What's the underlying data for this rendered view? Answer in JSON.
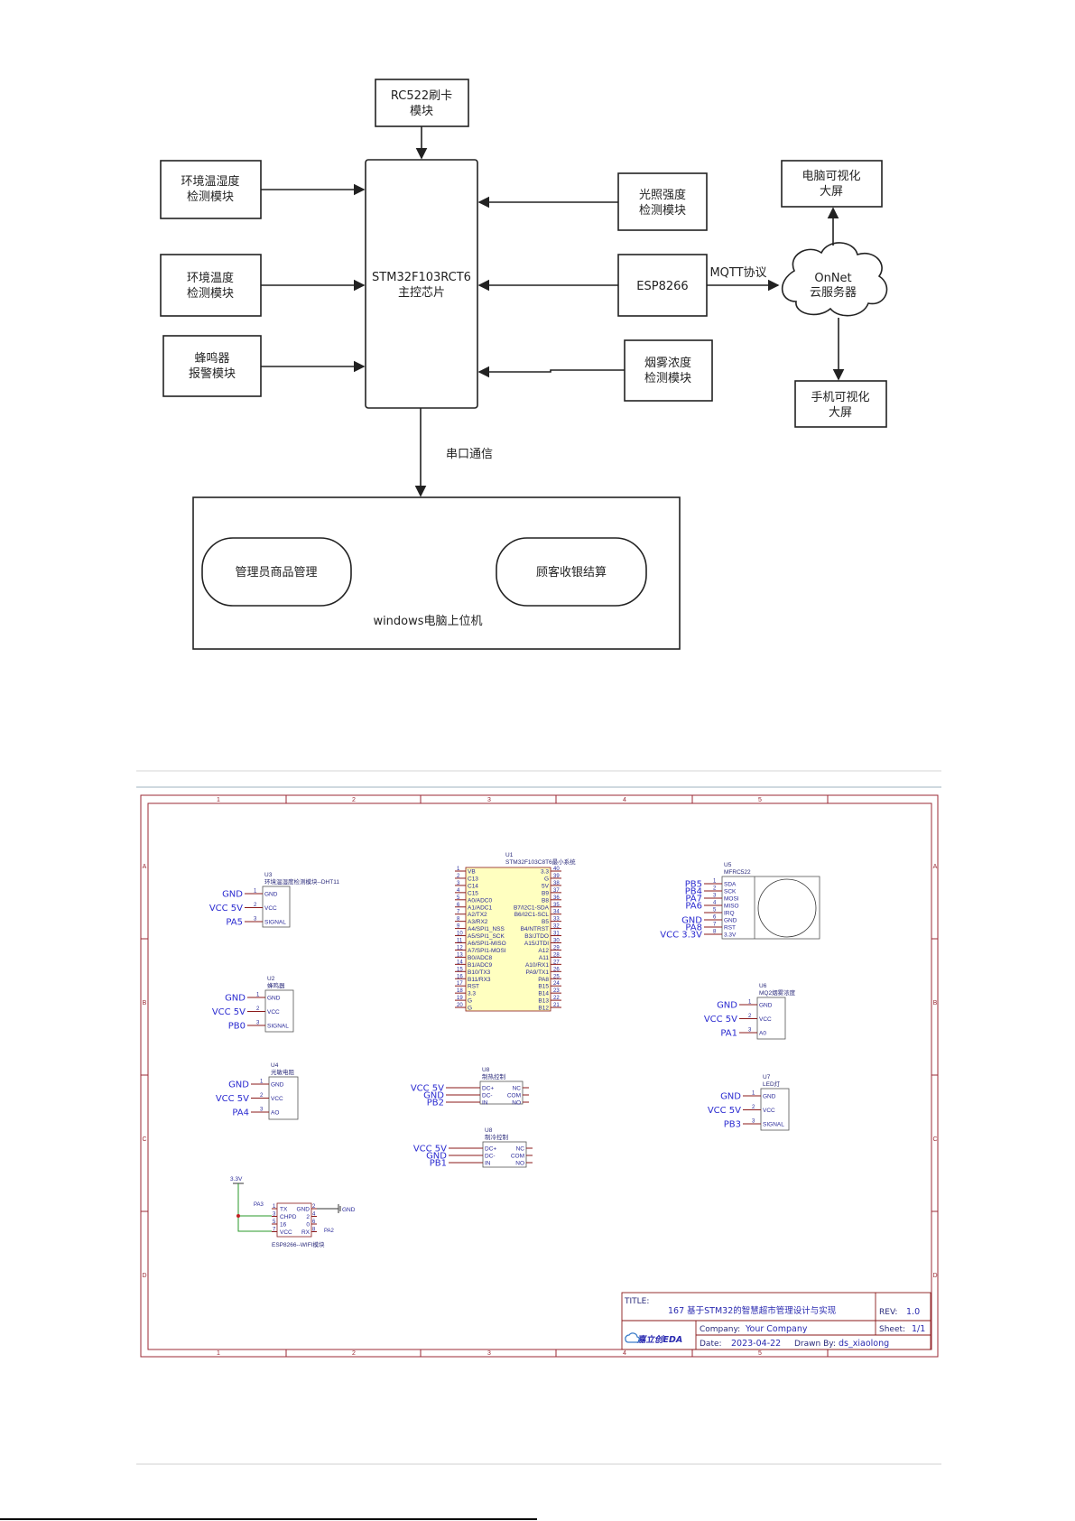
{
  "block_diagram": {
    "rc522": [
      "RC522刷卡",
      "模块"
    ],
    "mcu": [
      "STM32F103RCT6",
      "主控芯片"
    ],
    "left_modules": [
      [
        "环境温湿度",
        "检测模块"
      ],
      [
        "环境温度",
        "检测模块"
      ],
      [
        "蜂鸣器",
        "报警模块"
      ]
    ],
    "right_modules": [
      [
        "光照强度",
        "检测模块"
      ],
      [
        "ESP8266"
      ],
      [
        "烟雾浓度",
        "检测模块"
      ]
    ],
    "mqtt_label": "MQTT协议",
    "cloud": [
      "OnNet",
      "云服务器"
    ],
    "pc_screen": [
      "电脑可视化",
      "大屏"
    ],
    "phone_screen": [
      "手机可视化",
      "大屏"
    ],
    "serial_label": "串口通信",
    "host": {
      "label": "windows电脑上位机",
      "left_pill": "管理员商品管理",
      "right_pill": "顾客收银结算"
    }
  },
  "schematic": {
    "columns": [
      "1",
      "2",
      "3",
      "4",
      "5"
    ],
    "rows": [
      "A",
      "B",
      "C",
      "D"
    ],
    "components": [
      {
        "ref": "U3",
        "name": "环境温湿度检测模块--DHT11",
        "pins": [
          {
            "num": "1",
            "name": "GND",
            "net": "GND"
          },
          {
            "num": "2",
            "name": "VCC",
            "net": "VCC 5V"
          },
          {
            "num": "3",
            "name": "SIGNAL",
            "net": "PA5"
          }
        ]
      },
      {
        "ref": "U2",
        "name": "蜂鸣器",
        "pins": [
          {
            "num": "1",
            "name": "GND",
            "net": "GND"
          },
          {
            "num": "2",
            "name": "VCC",
            "net": "VCC 5V"
          },
          {
            "num": "3",
            "name": "SIGNAL",
            "net": "PB0"
          }
        ]
      },
      {
        "ref": "U4",
        "name": "光敏电阻",
        "pins": [
          {
            "num": "1",
            "name": "GND",
            "net": "GND"
          },
          {
            "num": "2",
            "name": "VCC",
            "net": "VCC 5V"
          },
          {
            "num": "3",
            "name": "AO",
            "net": "PA4"
          }
        ]
      },
      {
        "ref": "U6",
        "name": "MQ2烟雾浓度",
        "pins": [
          {
            "num": "1",
            "name": "GND",
            "net": "GND"
          },
          {
            "num": "2",
            "name": "VCC",
            "net": "VCC 5V"
          },
          {
            "num": "3",
            "name": "A0",
            "net": "PA1"
          }
        ]
      },
      {
        "ref": "U7",
        "name": "LED灯",
        "pins": [
          {
            "num": "1",
            "name": "GND",
            "net": "GND"
          },
          {
            "num": "2",
            "name": "VCC",
            "net": "VCC 5V"
          },
          {
            "num": "3",
            "name": "SIGNAL",
            "net": "PB3"
          }
        ]
      },
      {
        "ref": "U5",
        "name": "MFRC522",
        "pins": [
          {
            "num": "1",
            "name": "SDA",
            "net": "PB5"
          },
          {
            "num": "2",
            "name": "SCK",
            "net": "PB4"
          },
          {
            "num": "3",
            "name": "MOSI",
            "net": "PA7"
          },
          {
            "num": "4",
            "name": "MISO",
            "net": "PA6"
          },
          {
            "num": "5",
            "name": "IRQ",
            "net": ""
          },
          {
            "num": "6",
            "name": "GND",
            "net": "GND"
          },
          {
            "num": "7",
            "name": "RST",
            "net": "PA8"
          },
          {
            "num": "8",
            "name": "3.3V",
            "net": "VCC 3.3V"
          }
        ]
      },
      {
        "ref": "U8",
        "name": "制热控制",
        "pins": [
          {
            "num": "",
            "name": "DC+",
            "net": "VCC 5V"
          },
          {
            "num": "",
            "name": "DC-",
            "net": "GND"
          },
          {
            "num": "",
            "name": "IN",
            "net": "PB2"
          }
        ],
        "right_pins": [
          "NC",
          "COM",
          "NO"
        ]
      },
      {
        "ref": "U8",
        "name": "制冷控制",
        "pins": [
          {
            "num": "",
            "name": "DC+",
            "net": "VCC 5V"
          },
          {
            "num": "",
            "name": "DC-",
            "net": "GND"
          },
          {
            "num": "",
            "name": "IN",
            "net": "PB1"
          }
        ],
        "right_pins": [
          "NC",
          "COM",
          "NO"
        ]
      }
    ],
    "mcu": {
      "ref": "U1",
      "name": "STM32F103C8T6最小系统",
      "left_pins": [
        "VB",
        "C13",
        "C14",
        "C15",
        "A0/ADC0",
        "A1/ADC1",
        "A2/TX2",
        "A3/RX2",
        "A4/SPI1_NSS",
        "A5/SPI1_SCK",
        "A6/SPI1-MISO",
        "A7/SPI1-MOSI",
        "B0/ADC8",
        "B1/ADC9",
        "B10/TX3",
        "B11/RX3",
        "RST",
        "3.3",
        "G",
        "G"
      ],
      "right_pins": [
        "3.3",
        "G",
        "5V",
        "B9",
        "B8",
        "B7/I2C1-SDA",
        "B6/I2C1-SCL",
        "B5",
        "B4/NTRST",
        "B3/JTDO",
        "A15/JTDI",
        "A12",
        "A11",
        "A10/RX1",
        "PA9/TX1",
        "PA8",
        "B15",
        "B14",
        "B13",
        "B12"
      ]
    },
    "esp": {
      "name": "ESP8266--WIFI模块",
      "left_pins": [
        {
          "num": "1",
          "name": "TX"
        },
        {
          "num": "3",
          "name": "CHPD"
        },
        {
          "num": "5",
          "name": "16"
        },
        {
          "num": "7",
          "name": "VCC"
        }
      ],
      "right_pins": [
        {
          "num": "2",
          "name": "GND"
        },
        {
          "num": "4",
          "name": "2"
        },
        {
          "num": "6",
          "name": "0"
        },
        {
          "num": "8",
          "name": "RX"
        }
      ],
      "net_tx": "PA3",
      "net_rx": "PA2",
      "power": "3.3V",
      "gnd": "GND"
    },
    "title_block": {
      "title_label": "TITLE:",
      "title": "167 基于STM32的智慧超市管理设计与实现",
      "rev_label": "REV:",
      "rev": "1.0",
      "logo": "嘉立创EDA",
      "company_label": "Company:",
      "company": "Your Company",
      "sheet_label": "Sheet:",
      "sheet": "1/1",
      "date_label": "Date:",
      "date": "2023-04-22",
      "drawn_label": "Drawn By:",
      "drawn": "ds_xiaolong"
    }
  }
}
